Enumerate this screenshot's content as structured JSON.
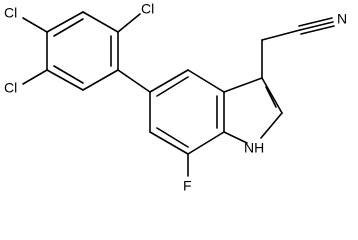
{
  "labels": {
    "cl_1": "Cl",
    "cl_2": "Cl",
    "cl_3": "Cl",
    "fluorine": "F",
    "nh": "NH",
    "nitrile_n": "N"
  }
}
